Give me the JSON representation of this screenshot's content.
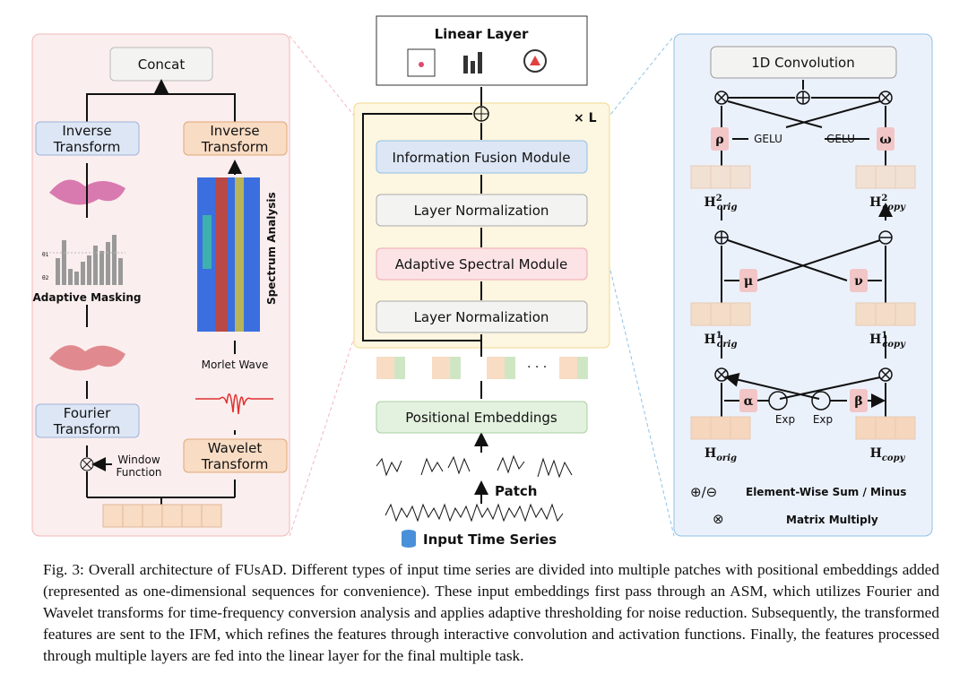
{
  "colors": {
    "asm_panel": "#fbeeee",
    "ifm_panel": "#ebf1fb",
    "layer_block": "#fdf6e0",
    "blue_box": "#dde6f5",
    "orange_box": "#f8dcc4",
    "pink_box": "#fbe3e6",
    "green_box": "#e3f1df",
    "gray_box": "#f3f3f1",
    "param": "#f2c6c6"
  },
  "asm": {
    "concat": "Concat",
    "inverse_left": [
      "Inverse",
      "Transform"
    ],
    "inverse_right": [
      "Inverse",
      "Transform"
    ],
    "adaptive_masking": "Adaptive Masking",
    "theta1": "θ1",
    "theta2": "θ2",
    "fourier": [
      "Fourier",
      "Transform"
    ],
    "window_function": [
      "Window",
      "Function"
    ],
    "morlet": "Morlet Wave",
    "spectrum": "Spectrum Analysis",
    "wavelet": [
      "Wavelet",
      "Transform"
    ]
  },
  "center": {
    "linear_layer": "Linear Layer",
    "times_l": "× L",
    "ifm": "Information Fusion Module",
    "layer_norm_top": "Layer Normalization",
    "asm": "Adaptive Spectral Module",
    "layer_norm_bottom": "Layer Normalization",
    "ellipsis": "· · ·",
    "positional": "Positional Embeddings",
    "patch": "Patch",
    "input": "Input Time Series"
  },
  "ifm": {
    "conv": "1D Convolution",
    "gelu_left": "GELU",
    "gelu_right": "GELU",
    "rho": "ρ",
    "omega": "ω",
    "mu": "μ",
    "nu": "ν",
    "alpha": "α",
    "beta": "β",
    "exp_left": "Exp",
    "exp_right": "Exp",
    "h_orig2": "H",
    "h_orig2_sup": "2",
    "h_orig2_sub": "orig",
    "h_copy2": "H",
    "h_copy2_sup": "2",
    "h_copy2_sub": "copy",
    "h_orig1": "H",
    "h_orig1_sup": "1",
    "h_orig1_sub": "orig",
    "h_copy1": "H",
    "h_copy1_sup": "1",
    "h_copy1_sub": "copy",
    "h_orig": "H",
    "h_orig_sub": "orig",
    "h_copy": "H",
    "h_copy_sub": "copy",
    "legend_sum_symbol": "⊕/⊖",
    "legend_sum": "Element-Wise Sum / Minus",
    "legend_mul_symbol": "⊗",
    "legend_mul": "Matrix Multiply"
  },
  "caption": "Fig. 3: Overall architecture of FUsAD. Different types of input time series are divided into multiple patches with positional embeddings added (represented as one-dimensional sequences for convenience). These input embeddings first pass through an ASM, which utilizes Fourier and Wavelet transforms for time-frequency conversion analysis and applies adaptive thresholding for noise reduction. Subsequently, the transformed features are sent to the IFM, which refines the features through interactive convolution and activation functions. Finally, the features processed through multiple layers are fed into the linear layer for the final multiple task."
}
